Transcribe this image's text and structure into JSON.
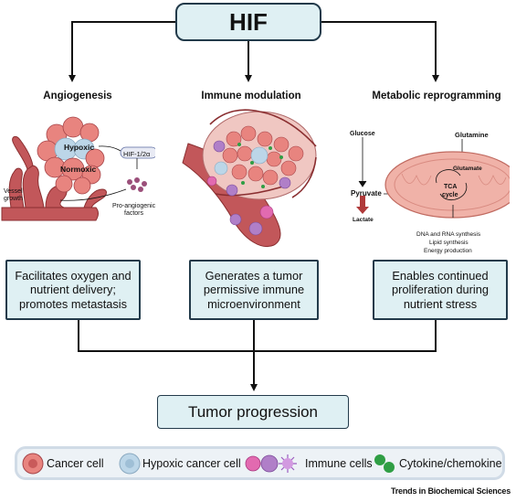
{
  "hif_title": "HIF",
  "columns": [
    {
      "title": "Angiogenesis",
      "description": "Facilitates oxygen and nutrient delivery; promotes metastasis"
    },
    {
      "title": "Immune modulation",
      "description": "Generates a tumor permissive immune microenvironment"
    },
    {
      "title": "Metabolic reprogramming",
      "description": "Enables continued proliferation during nutrient stress"
    }
  ],
  "angiogenesis_labels": {
    "hypoxic": "Hypoxic",
    "normoxic": "Normoxic",
    "hif": "HIF-1/2α",
    "vessel_growth_1": "Vessel",
    "vessel_growth_2": "growth",
    "pro_angiogenic_1": "Pro-angiogenic",
    "pro_angiogenic_2": "factors"
  },
  "metabolic_labels": {
    "glucose": "Glucose",
    "glutamine": "Glutamine",
    "glutamate": "Glutamate",
    "pyruvate": "Pyruvate",
    "lactate": "Lactate",
    "tca_1": "TCA",
    "tca_2": "cycle",
    "output_1": "DNA and RNA synthesis",
    "output_2": "Lipid synthesis",
    "output_3": "Energy production"
  },
  "outcome": "Tumor progression",
  "legend": {
    "cancer_cell": "Cancer cell",
    "hypoxic_cancer_cell": "Hypoxic cancer cell",
    "immune_cells": "Immune cells",
    "cytokine": "Cytokine/chemokine"
  },
  "footer": "Trends in Biochemical Sciences",
  "colors": {
    "box_fill": "#dff0f3",
    "box_border": "#223a4a",
    "vessel": "#b5474a",
    "cancer_cell": "#e8847f",
    "hypoxic_cell": "#bcd6e8",
    "cytokine": "#2f9e44",
    "mitochondrion": "#f0b2a8"
  }
}
